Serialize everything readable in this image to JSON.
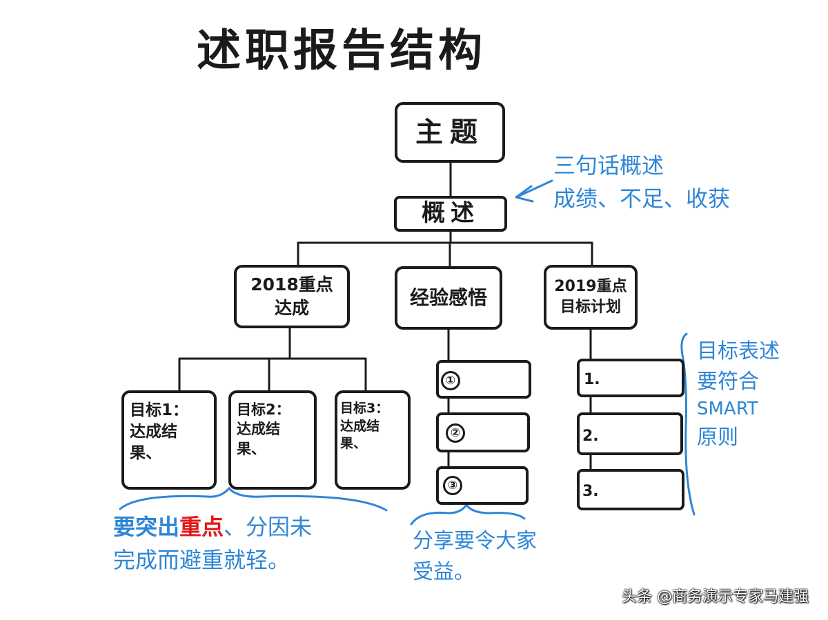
{
  "title": "述职报告结构",
  "nodes": {
    "theme": "主题",
    "overview": "概述",
    "achieve": "2018重点\n达成",
    "experience": "经验感悟",
    "plan": "2019重点\n目标计划",
    "goal1": "目标1：\n达成结果、",
    "goal2": "目标2：\n达成结果、",
    "goal3": "目标3：\n达成结果、",
    "insight_1": "①",
    "insight_2": "②",
    "insight_3": "③",
    "plan_1": "1.",
    "plan_2": "2.",
    "plan_3": "3."
  },
  "annotations": {
    "overview_note_line1": "三句话概述",
    "overview_note_line2": "成绩、不足、收获",
    "plan_note_line1": "目标表述",
    "plan_note_line2": "要符合",
    "plan_note_line3": "SMART",
    "plan_note_line4": "原则",
    "achieve_note_prefix": "要突出",
    "achieve_note_highlight": "重点",
    "achieve_note_suffix": "、分因未",
    "achieve_note_line2": "完成而避重就轻。",
    "experience_note_line1": "分享要令大家",
    "experience_note_line2": "受益。"
  },
  "watermark": "头条 @商务演示专家马建强",
  "colors": {
    "ink": "#1c1a1a",
    "blue": "#2e86d6",
    "red": "#e01818"
  }
}
